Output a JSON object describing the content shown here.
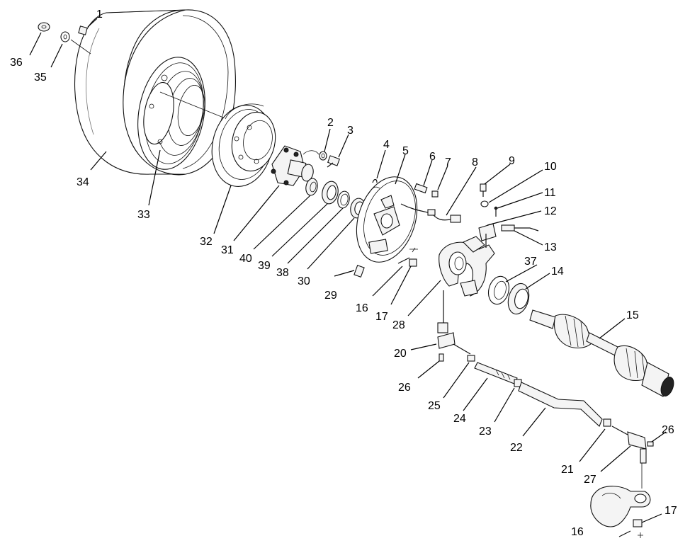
{
  "callouts": [
    {
      "id": "c1",
      "text": "1"
    },
    {
      "id": "c2",
      "text": "2"
    },
    {
      "id": "c3",
      "text": "3"
    },
    {
      "id": "c4",
      "text": "4"
    },
    {
      "id": "c5",
      "text": "5"
    },
    {
      "id": "c6",
      "text": "6"
    },
    {
      "id": "c7",
      "text": "7"
    },
    {
      "id": "c8",
      "text": "8"
    },
    {
      "id": "c9",
      "text": "9"
    },
    {
      "id": "c10",
      "text": "10"
    },
    {
      "id": "c11",
      "text": "11"
    },
    {
      "id": "c12",
      "text": "12"
    },
    {
      "id": "c13",
      "text": "13"
    },
    {
      "id": "c14",
      "text": "14"
    },
    {
      "id": "c15",
      "text": "15"
    },
    {
      "id": "c16a",
      "text": "16"
    },
    {
      "id": "c16b",
      "text": "16"
    },
    {
      "id": "c17a",
      "text": "17"
    },
    {
      "id": "c17b",
      "text": "17"
    },
    {
      "id": "c20",
      "text": "20"
    },
    {
      "id": "c21",
      "text": "21"
    },
    {
      "id": "c22",
      "text": "22"
    },
    {
      "id": "c23",
      "text": "23"
    },
    {
      "id": "c24",
      "text": "24"
    },
    {
      "id": "c25",
      "text": "25"
    },
    {
      "id": "c26a",
      "text": "26"
    },
    {
      "id": "c26b",
      "text": "26"
    },
    {
      "id": "c27",
      "text": "27"
    },
    {
      "id": "c28",
      "text": "28"
    },
    {
      "id": "c29",
      "text": "29"
    },
    {
      "id": "c30",
      "text": "30"
    },
    {
      "id": "c31",
      "text": "31"
    },
    {
      "id": "c32",
      "text": "32"
    },
    {
      "id": "c33",
      "text": "33"
    },
    {
      "id": "c34",
      "text": "34"
    },
    {
      "id": "c35",
      "text": "35"
    },
    {
      "id": "c36",
      "text": "36"
    },
    {
      "id": "c37",
      "text": "37"
    },
    {
      "id": "c38",
      "text": "38"
    },
    {
      "id": "c39",
      "text": "39"
    },
    {
      "id": "c40",
      "text": "40"
    }
  ]
}
